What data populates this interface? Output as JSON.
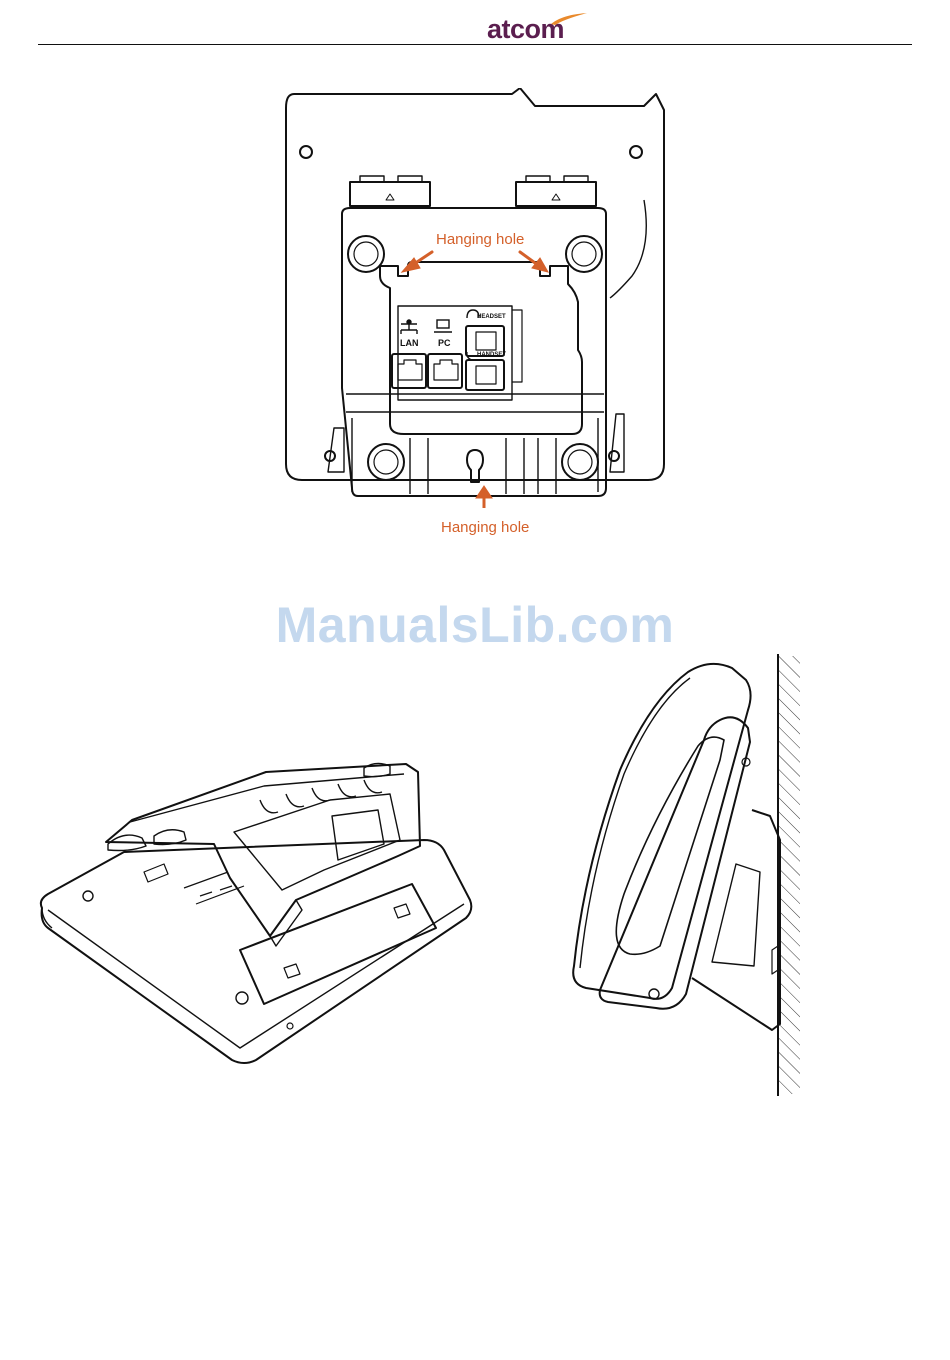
{
  "header": {
    "brand": "atcom",
    "brand_color": "#5b1e4f",
    "swoosh_color": "#e98a2c"
  },
  "figure_back": {
    "callout_top": "Hanging hole",
    "callout_bottom": "Hanging hole",
    "callout_color": "#d4602a",
    "ports": {
      "lan": "LAN",
      "pc": "PC",
      "headset": "HEADSET",
      "handset": "HANDSET"
    }
  },
  "watermark": {
    "text": "ManualsLib.com"
  },
  "icons": [
    "lan-icon",
    "pc-icon",
    "headset-icon",
    "handset-icon"
  ]
}
